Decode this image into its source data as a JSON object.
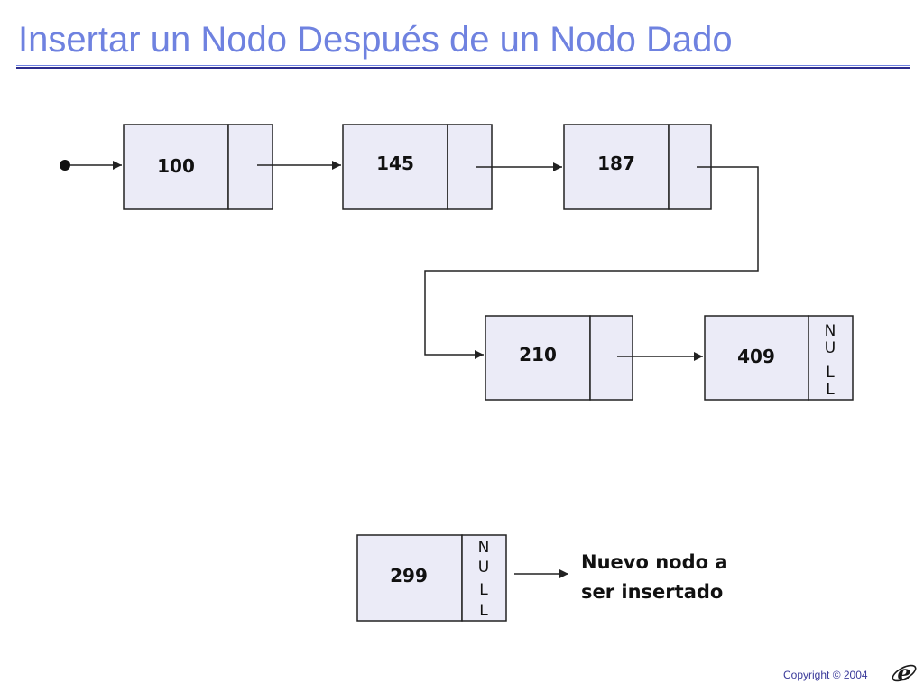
{
  "slide": {
    "title": "Insertar un Nodo Después de un Nodo Dado",
    "copyright": "Copyright © 2004",
    "logo_letter": "e"
  },
  "colors": {
    "title": "#6f82e0",
    "rule_thin": "#6f82e0",
    "rule_thick": "#2c2c8c",
    "node_fill": "#ebebf7",
    "node_border": "#222222",
    "arrow": "#222222",
    "copyright": "#3a3a9a",
    "logo": "#1a1a1a"
  },
  "list": {
    "nodes": [
      {
        "value": "100",
        "next": ""
      },
      {
        "value": "145",
        "next": ""
      },
      {
        "value": "187",
        "next": ""
      },
      {
        "value": "210",
        "next": ""
      },
      {
        "value": "409",
        "next": "NULL"
      }
    ]
  },
  "new_node": {
    "value": "299",
    "next": "NULL",
    "caption_lines": [
      "Nuevo nodo a",
      "ser insertado"
    ]
  },
  "icons": [
    "head-pointer-dot-icon",
    "arrow-right-icon",
    "company-logo-icon"
  ]
}
